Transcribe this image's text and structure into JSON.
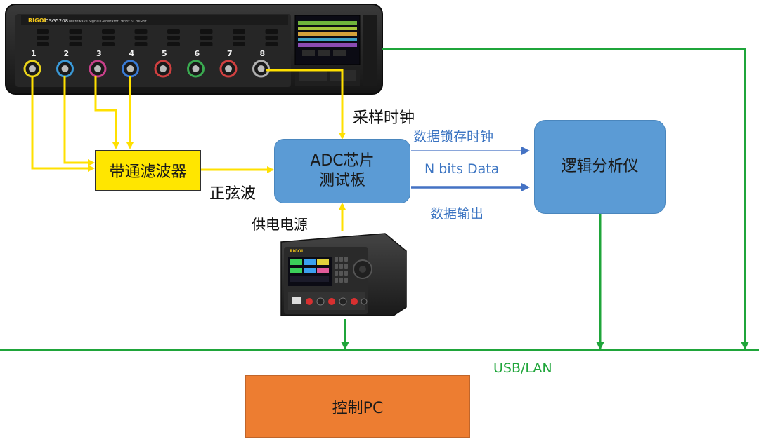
{
  "colors": {
    "yellow_wire": "#ffe000",
    "blue_wire": "#4472c4",
    "green_bus": "#1fa53a",
    "filter_fill": "#ffe600",
    "adc_fill": "#5b9bd5",
    "analyzer_fill": "#5b9bd5",
    "pc_fill": "#ed7d31"
  },
  "devices": {
    "signal_generator": {
      "brand": "RIGOL",
      "model": "DSG5208",
      "subtitle": "Microwave Signal Generator",
      "range": "9kHz ~ 20GHz",
      "channels": [
        "1",
        "2",
        "3",
        "4",
        "5",
        "6",
        "7",
        "8"
      ],
      "channel_ring_colors": [
        "#e8d21a",
        "#3a9ad9",
        "#c8408a",
        "#3a7bd5",
        "#d04040",
        "#3aaa50",
        "#d04040",
        "#b0b0b0"
      ]
    },
    "power_supply": {
      "brand": "RIGOL"
    }
  },
  "nodes": {
    "bandpass_filter": "带通滤波器",
    "adc_board_line1": "ADC芯片",
    "adc_board_line2": "测试板",
    "logic_analyzer": "逻辑分析仪",
    "control_pc": "控制PC"
  },
  "labels": {
    "sample_clock": "采样时钟",
    "latch_clock": "数据锁存时钟",
    "n_bits_data": "N bits Data",
    "data_output": "数据输出",
    "sine_wave": "正弦波",
    "power_supply": "供电电源",
    "usb_lan": "USB/LAN"
  }
}
